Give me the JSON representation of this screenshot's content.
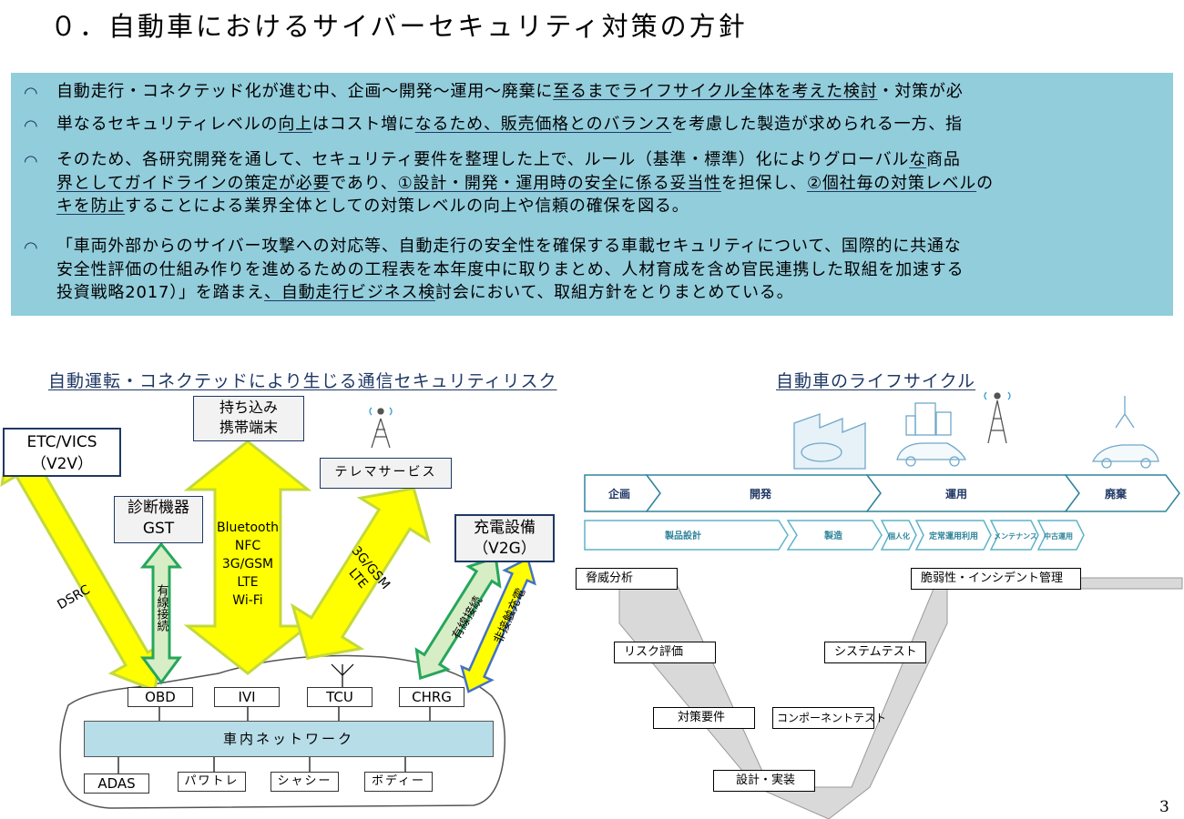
{
  "title": "０．自動車におけるサイバーセキュリティ対策の方針",
  "bullets": [
    {
      "lines": [
        [
          {
            "t": "自動走行・コネクテッド化が進む中、企画～開発～運用～廃棄に"
          },
          {
            "t": "至るまでライフサイクル全体を考えた検討",
            "u": true
          },
          {
            "t": "・対策が必"
          }
        ]
      ]
    },
    {
      "lines": [
        [
          {
            "t": "単なるセキュリティレベルの"
          },
          {
            "t": "向上",
            "u": true
          },
          {
            "t": "はコスト増に"
          },
          {
            "t": "なるため、販売価格とのバランス",
            "u": true
          },
          {
            "t": "を考慮した製造が求められる一方、指"
          }
        ]
      ]
    },
    {
      "lines": [
        [
          {
            "t": "そのため、各研究開発を通して、セキュリティ要件を整理した上で、ルール（基準・標準）化によりグローバル"
          },
          {
            "t": "な",
            "u": true
          },
          {
            "t": "商品"
          }
        ],
        [
          {
            "t": "界としてガイドラインの策定が",
            "u": true
          },
          {
            "t": "必要",
            "u": true
          },
          {
            "t": "であり、"
          },
          {
            "t": "①設計・開発・運用時の安全に係る妥当性",
            "u": true
          },
          {
            "t": "を担保し、"
          },
          {
            "t": "②個社毎の対策レベル",
            "u": true
          },
          {
            "t": "の"
          }
        ],
        [
          {
            "t": "キを防止",
            "u": true
          },
          {
            "t": "することによる業界全体としての対策レベルの向上や信頼の確保を図る。"
          }
        ]
      ]
    },
    {
      "lines": [
        [
          {
            "t": "「車両外部からのサイバー攻撃への対応等、自動走行の安全性を確保する車載セキュリティについて、国際的に共通な"
          }
        ],
        [
          {
            "t": "安全性評価の仕組み作りを進めるための工程表を本年度中に取りまとめ、人材育成を含め官民連携した取組を加速する"
          }
        ],
        [
          {
            "t": "投資戦略2017）」を踏まえ"
          },
          {
            "t": "、自動走行ビジネス検",
            "u": true
          },
          {
            "t": "討会において、取組方針をとりまとめている。"
          }
        ]
      ]
    }
  ],
  "left": {
    "title": "自動運転・コネクテッドにより生じる通信セキュリティリスク",
    "etc": [
      "ETC/VICS",
      "（V2V）"
    ],
    "diag": [
      "診断機器",
      "GST"
    ],
    "mochikomi": [
      "持ち込み",
      "携帯端末"
    ],
    "telema": "テレマサービス",
    "charge": [
      "充電設備",
      "（V2G）"
    ],
    "arrows": {
      "dsrc": "DSRC",
      "wired1": "有線接続",
      "bluetooth": [
        "Bluetooth",
        "NFC",
        "3G/GSM",
        "LTE",
        "Wi-Fi"
      ],
      "g3": [
        "3G/GSM",
        "LTE"
      ],
      "wired2": "有線接続",
      "wireless": "非接触充電"
    },
    "ports": [
      "OBD",
      "IVI",
      "TCU",
      "CHRG"
    ],
    "network": "車内ネットワーク",
    "ecus": [
      "ADAS",
      "パワトレ",
      "シャシー",
      "ボディー"
    ]
  },
  "right": {
    "title": "自動車のライフサイクル",
    "phases": [
      "企画",
      "開発",
      "運用",
      "廃棄"
    ],
    "subphases": [
      "製品設計",
      "製造",
      "個人化",
      "定常運用利用",
      "メンテナンス",
      "中古運用"
    ],
    "v_left": [
      "脅威分析",
      "リスク評価",
      "対策要件"
    ],
    "v_right": [
      "脆弱性・インシデント管理",
      "システムテスト",
      "コンポーネントテスト"
    ],
    "v_bottom": "設計・実装"
  },
  "page_number": "3"
}
